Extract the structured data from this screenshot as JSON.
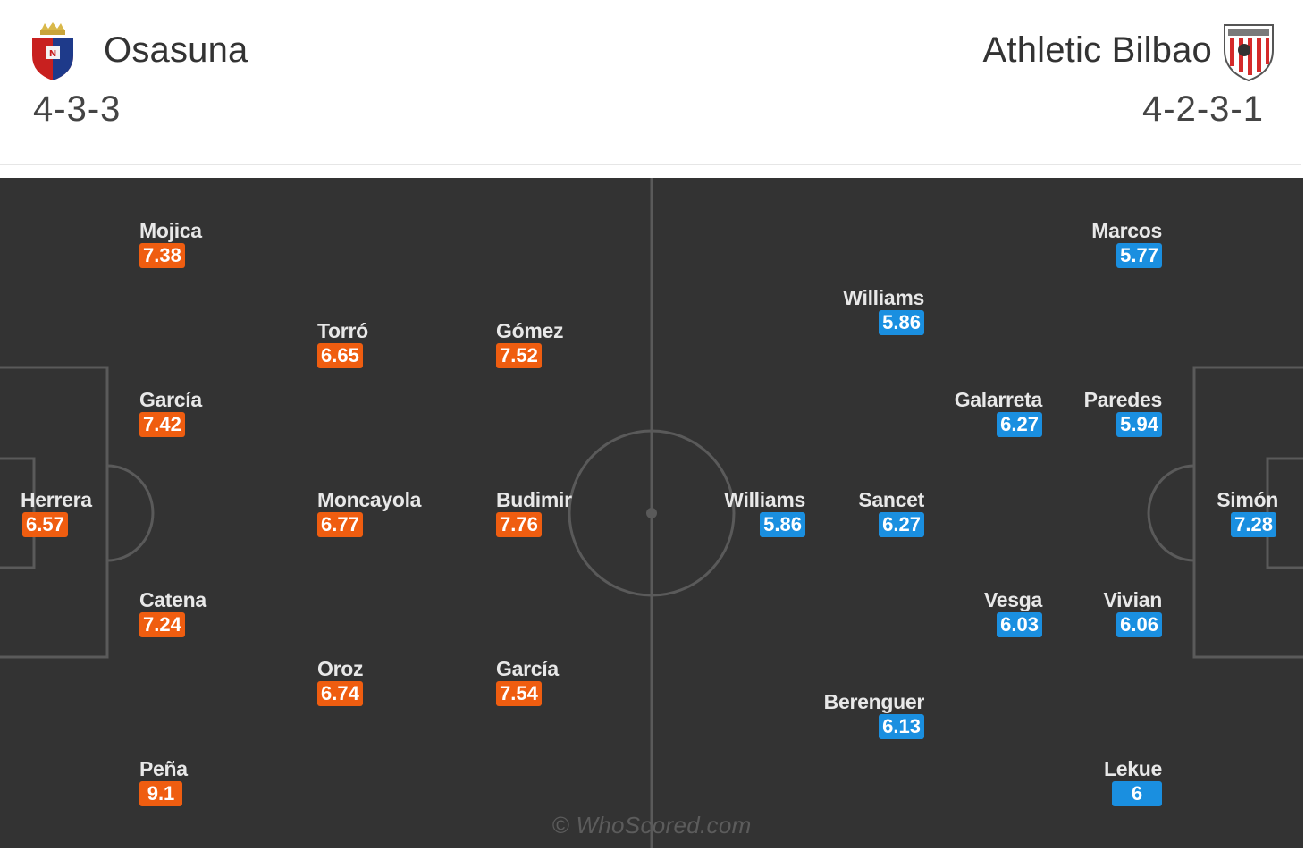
{
  "home": {
    "name": "Osasuna",
    "formation": "4-3-3",
    "color": "#ef5d10",
    "crest": "osasuna-crest",
    "players": [
      {
        "name": "Mojica",
        "rating": "7.38"
      },
      {
        "name": "Torró",
        "rating": "6.65"
      },
      {
        "name": "Gómez",
        "rating": "7.52"
      },
      {
        "name": "García",
        "rating": "7.42"
      },
      {
        "name": "Herrera",
        "rating": "6.57"
      },
      {
        "name": "Moncayola",
        "rating": "6.77"
      },
      {
        "name": "Budimir",
        "rating": "7.76"
      },
      {
        "name": "Catena",
        "rating": "7.24"
      },
      {
        "name": "Oroz",
        "rating": "6.74"
      },
      {
        "name": "García",
        "rating": "7.54"
      },
      {
        "name": "Peña",
        "rating": "9.1"
      }
    ]
  },
  "away": {
    "name": "Athletic Bilbao",
    "formation": "4-2-3-1",
    "color": "#1a8fe0",
    "crest": "athletic-bilbao-crest",
    "players": [
      {
        "name": "Marcos",
        "rating": "5.77"
      },
      {
        "name": "Williams",
        "rating": "5.86"
      },
      {
        "name": "Galarreta",
        "rating": "6.27"
      },
      {
        "name": "Paredes",
        "rating": "5.94"
      },
      {
        "name": "Williams",
        "rating": "5.86"
      },
      {
        "name": "Sancet",
        "rating": "6.27"
      },
      {
        "name": "Simón",
        "rating": "7.28"
      },
      {
        "name": "Vesga",
        "rating": "6.03"
      },
      {
        "name": "Vivian",
        "rating": "6.06"
      },
      {
        "name": "Berenguer",
        "rating": "6.13"
      },
      {
        "name": "Lekue",
        "rating": "6"
      }
    ]
  },
  "pitch_color": "#333333",
  "watermark": "© WhoScored.com"
}
